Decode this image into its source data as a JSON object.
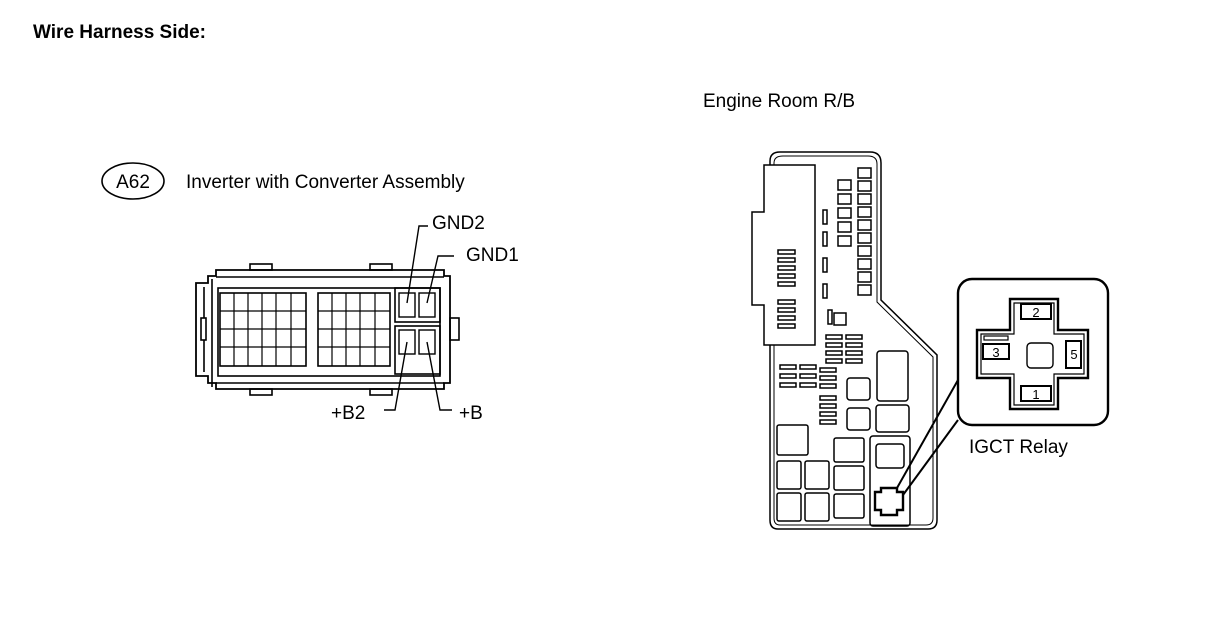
{
  "heading": "Wire Harness Side:",
  "left_connector": {
    "code": "A62",
    "title": "Inverter with Converter Assembly",
    "terminals": {
      "gnd2": "GND2",
      "gnd1": "GND1",
      "b2": "+B2",
      "b": "+B"
    }
  },
  "right_block": {
    "title": "Engine Room R/B",
    "relay_name": "IGCT Relay",
    "relay_pins": [
      "2",
      "3",
      "5",
      "1"
    ]
  }
}
